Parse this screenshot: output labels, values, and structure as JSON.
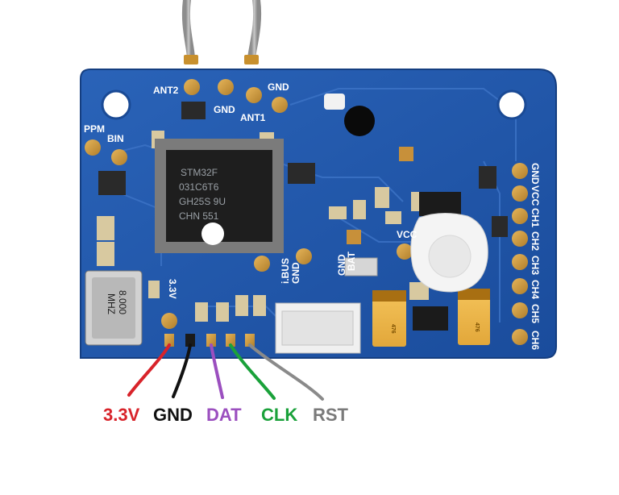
{
  "photo": {
    "description_free": true
  },
  "board": {
    "color": "#1f56a8",
    "silkscreen": {
      "ant2": "ANT2",
      "ant1": "ANT1",
      "gnd_ant_left": "GND",
      "gnd_ant_right": "GND",
      "ppm": "PPM",
      "bin": "BIN",
      "ibus": "i.BUS",
      "gnd_ibus": "GND",
      "gnd_bat": "GND",
      "bat": "BAT",
      "vcc_small": "VCC",
      "v33": "3.3V",
      "right_header": [
        "GND",
        "VCC",
        "CH1",
        "CH2",
        "CH3",
        "CH4",
        "CH5",
        "CH6"
      ]
    },
    "mcu": {
      "line1": "STM32F",
      "line2": "031C6T6",
      "line3": "GH25S 9U",
      "line4": "CHN 551"
    },
    "crystal": {
      "line1": "8.000",
      "line2": "MHZ"
    },
    "caps": {
      "left_cap": "476",
      "right_cap": "476"
    }
  },
  "wire_labels": [
    {
      "text": "3.3V",
      "color": "#d8232a"
    },
    {
      "text": "GND",
      "color": "#111111"
    },
    {
      "text": "DAT",
      "color": "#9b4fbf"
    },
    {
      "text": "CLK",
      "color": "#1aa13a"
    },
    {
      "text": "RST",
      "color": "#7a7a7a"
    }
  ],
  "wire_colors": {
    "v33": "#d8232a",
    "gnd": "#111111",
    "dat": "#9b4fbf",
    "clk": "#1aa13a",
    "rst": "#8a8a8a"
  },
  "icons": {
    "mounting_hole": "mounting-hole-icon",
    "antenna": "antenna-wire-icon"
  }
}
